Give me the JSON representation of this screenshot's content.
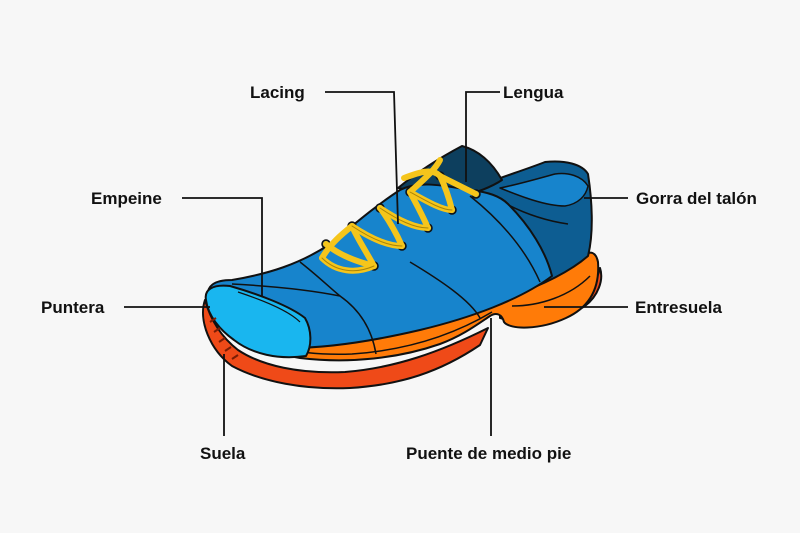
{
  "colors": {
    "background": "#f7f7f7",
    "outline": "#111111",
    "upper_blue": "#1784cc",
    "dark_blue": "#0d5d92",
    "navy_tongue": "#0d3f5e",
    "toe_cyan": "#19b6ef",
    "midsole_orange": "#ff7b08",
    "outsole_red": "#ef4a18",
    "laces_yellow": "#f5c51b",
    "leader_line": "#111111"
  },
  "labels": {
    "lacing": "Lacing",
    "lengua": "Lengua",
    "empeine": "Empeine",
    "gorra": "Gorra del talón",
    "puntera": "Puntera",
    "entresuela": "Entresuela",
    "suela": "Suela",
    "puente": "Puente de medio pie"
  }
}
